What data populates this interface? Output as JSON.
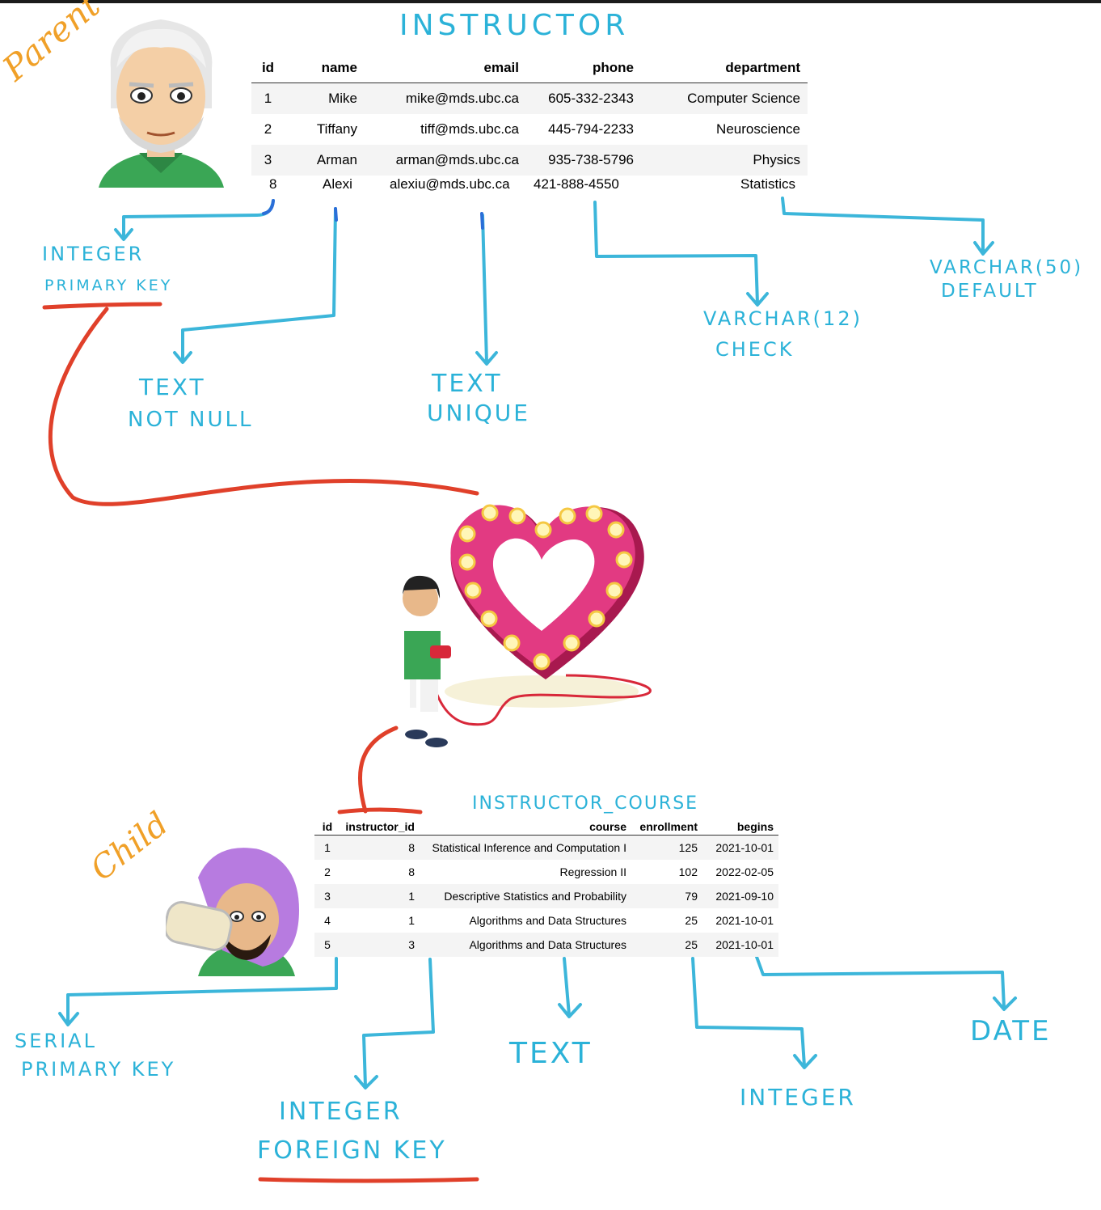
{
  "parent_table": {
    "title": "INSTRUCTOR",
    "columns": [
      "id",
      "name",
      "email",
      "phone",
      "department"
    ],
    "rows": [
      [
        "1",
        "Mike",
        "mike@mds.ubc.ca",
        "605-332-2343",
        "Computer Science"
      ],
      [
        "2",
        "Tiffany",
        "tiff@mds.ubc.ca",
        "445-794-2233",
        "Neuroscience"
      ],
      [
        "3",
        "Arman",
        "arman@mds.ubc.ca",
        "935-738-5796",
        "Physics"
      ]
    ],
    "added_row": [
      "8",
      "Alexi",
      "alexiu@mds.ubc.ca",
      "421-888-4550",
      "Statistics"
    ]
  },
  "parent_annotations": {
    "role": "Parent",
    "id": [
      "INTEGER",
      "PRIMARY KEY"
    ],
    "name": [
      "TEXT",
      "NOT NULL"
    ],
    "email": [
      "TEXT",
      "UNIQUE"
    ],
    "phone": [
      "VARCHAR(12)",
      "CHECK"
    ],
    "department": [
      "VARCHAR(50)",
      "DEFAULT"
    ]
  },
  "child_table": {
    "title": "INSTRUCTOR_COURSE",
    "columns": [
      "id",
      "instructor_id",
      "course",
      "enrollment",
      "begins"
    ],
    "rows": [
      [
        "1",
        "8",
        "Statistical Inference and Computation I",
        "125",
        "2021-10-01"
      ],
      [
        "2",
        "8",
        "Regression II",
        "102",
        "2022-02-05"
      ],
      [
        "3",
        "1",
        "Descriptive Statistics and Probability",
        "79",
        "2021-09-10"
      ],
      [
        "4",
        "1",
        "Algorithms and Data Structures",
        "25",
        "2021-10-01"
      ],
      [
        "5",
        "3",
        "Algorithms and Data Structures",
        "25",
        "2021-10-01"
      ]
    ]
  },
  "child_annotations": {
    "role": "Child",
    "id": [
      "SERIAL",
      "PRIMARY KEY"
    ],
    "instructor_id": [
      "INTEGER",
      "FOREIGN KEY"
    ],
    "course": [
      "TEXT"
    ],
    "enrollment": [
      "INTEGER"
    ],
    "begins": [
      "DATE"
    ]
  },
  "colors": {
    "annotation": "#2bb2d8",
    "key_link": "#e0402a",
    "role_label": "#f0a028",
    "heart": "#d8286a"
  }
}
